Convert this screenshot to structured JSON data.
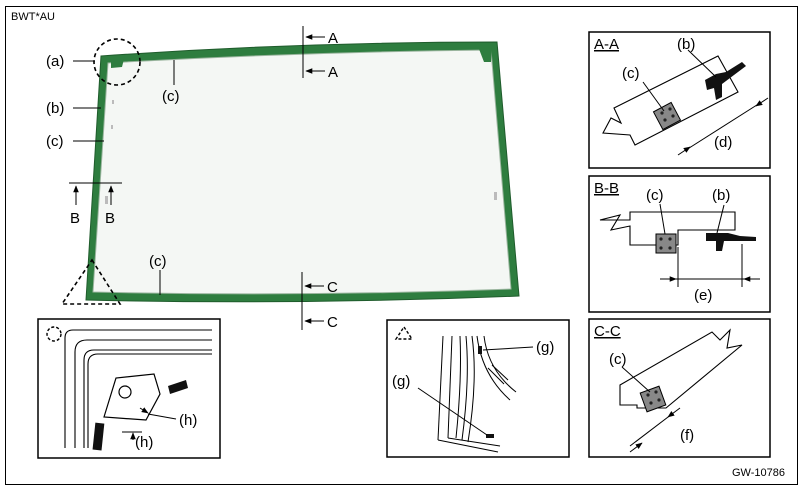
{
  "header": {
    "code": "BWT*AU"
  },
  "footer": {
    "figure_id": "GW-10786"
  },
  "main_view": {
    "labels": {
      "a": "(a)",
      "b": "(b)",
      "c_left": "(c)",
      "c_top": "(c)",
      "c_bottom": "(c)",
      "section_a_top": "A",
      "section_a_bottom": "A",
      "section_b_left": "B",
      "section_b_right": "B",
      "section_c_top": "C",
      "section_c_bottom": "C"
    },
    "colors": {
      "molding": "#2e7d3f",
      "molding_dark": "#1f5c2c",
      "glass": "#f4f7f4"
    }
  },
  "detail_circle": {
    "labels": {
      "h1": "(h)",
      "h2": "(h)"
    }
  },
  "detail_triangle": {
    "labels": {
      "g1": "(g)",
      "g2": "(g)"
    }
  },
  "section_aa": {
    "title": "A-A",
    "labels": {
      "b": "(b)",
      "c": "(c)",
      "d": "(d)"
    }
  },
  "section_bb": {
    "title": "B-B",
    "labels": {
      "c": "(c)",
      "b": "(b)",
      "e": "(e)"
    }
  },
  "section_cc": {
    "title": "C-C",
    "labels": {
      "c": "(c)",
      "f": "(f)"
    }
  }
}
